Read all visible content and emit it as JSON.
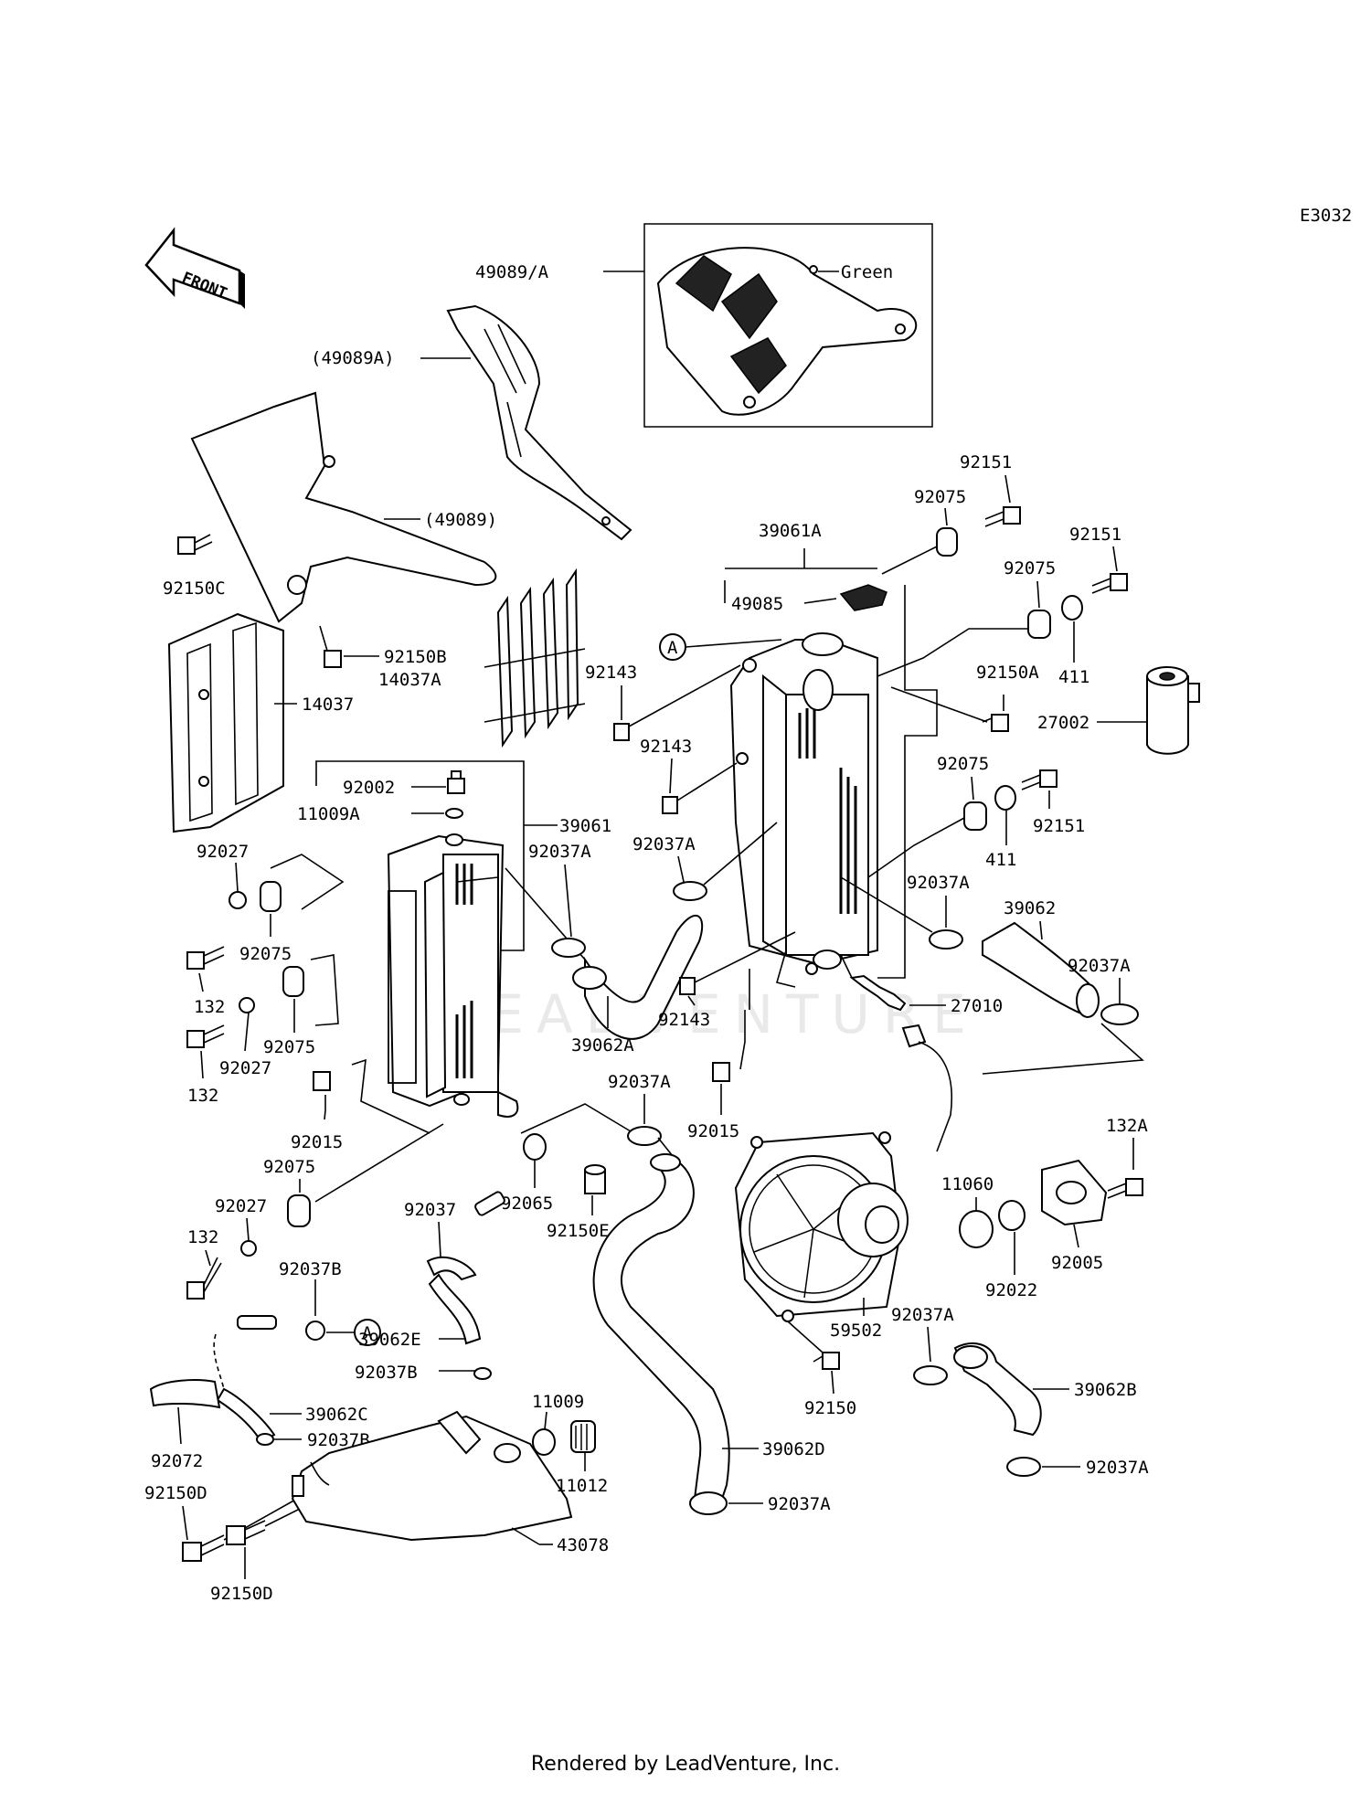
{
  "diagram_code": "E3032",
  "front_label": "FRONT",
  "inset_color_note": "Green",
  "callout_marker": "A",
  "watermark_text": "LEADVENTURE",
  "footer": "Rendered by LeadVenture, Inc.",
  "labels": {
    "p49089A_set": "49089/A",
    "p49089A_paren": "(49089A)",
    "p49089_paren": "(49089)",
    "p92150C": "92150C",
    "p92150B": "92150B",
    "p14037": "14037",
    "p14037A": "14037A",
    "p92002": "92002",
    "p11009A": "11009A",
    "p39061": "39061",
    "p92027_a": "92027",
    "p132_a": "132",
    "p92075_a": "92075",
    "p92075_b": "92075",
    "p132_b": "132",
    "p92027_b": "92027",
    "p92015_a": "92015",
    "p92075_c": "92075",
    "p92027_c": "92027",
    "p132_c": "132",
    "p92037B_a": "92037B",
    "p92037A_a": "92037A",
    "p39062A": "39062A",
    "p92037A_b": "92037A",
    "p92065": "92065",
    "p92150E": "92150E",
    "p92037": "92037",
    "p39062E": "39062E",
    "p92037B_b": "92037B",
    "p39062C": "39062C",
    "p92037B_c": "92037B",
    "p92072": "92072",
    "p92150D_a": "92150D",
    "p92150D_b": "92150D",
    "p11009": "11009",
    "p11012": "11012",
    "p43078": "43078",
    "p39062D": "39062D",
    "p92037A_c": "92037A",
    "p92151_a": "92151",
    "p92075_d": "92075",
    "p39061A": "39061A",
    "p49085": "49085",
    "p92151_b": "92151",
    "p92075_e": "92075",
    "p92143_a": "92143",
    "p92143_b": "92143",
    "p92150A": "92150A",
    "p411_a": "411",
    "p27002": "27002",
    "p92075_f": "92075",
    "p92151_c": "92151",
    "p411_b": "411",
    "p92037A_d": "92037A",
    "p92037A_e": "92037A",
    "p39062": "39062",
    "p92037A_f": "92037A",
    "p27010": "27010",
    "p92143_c": "92143",
    "p92015_b": "92015",
    "p132A": "132A",
    "p11060": "11060",
    "p92022": "92022",
    "p92005": "92005",
    "p59502": "59502",
    "p92037A_g": "92037A",
    "p92150": "92150",
    "p39062B": "39062B",
    "p92037A_h": "92037A"
  }
}
